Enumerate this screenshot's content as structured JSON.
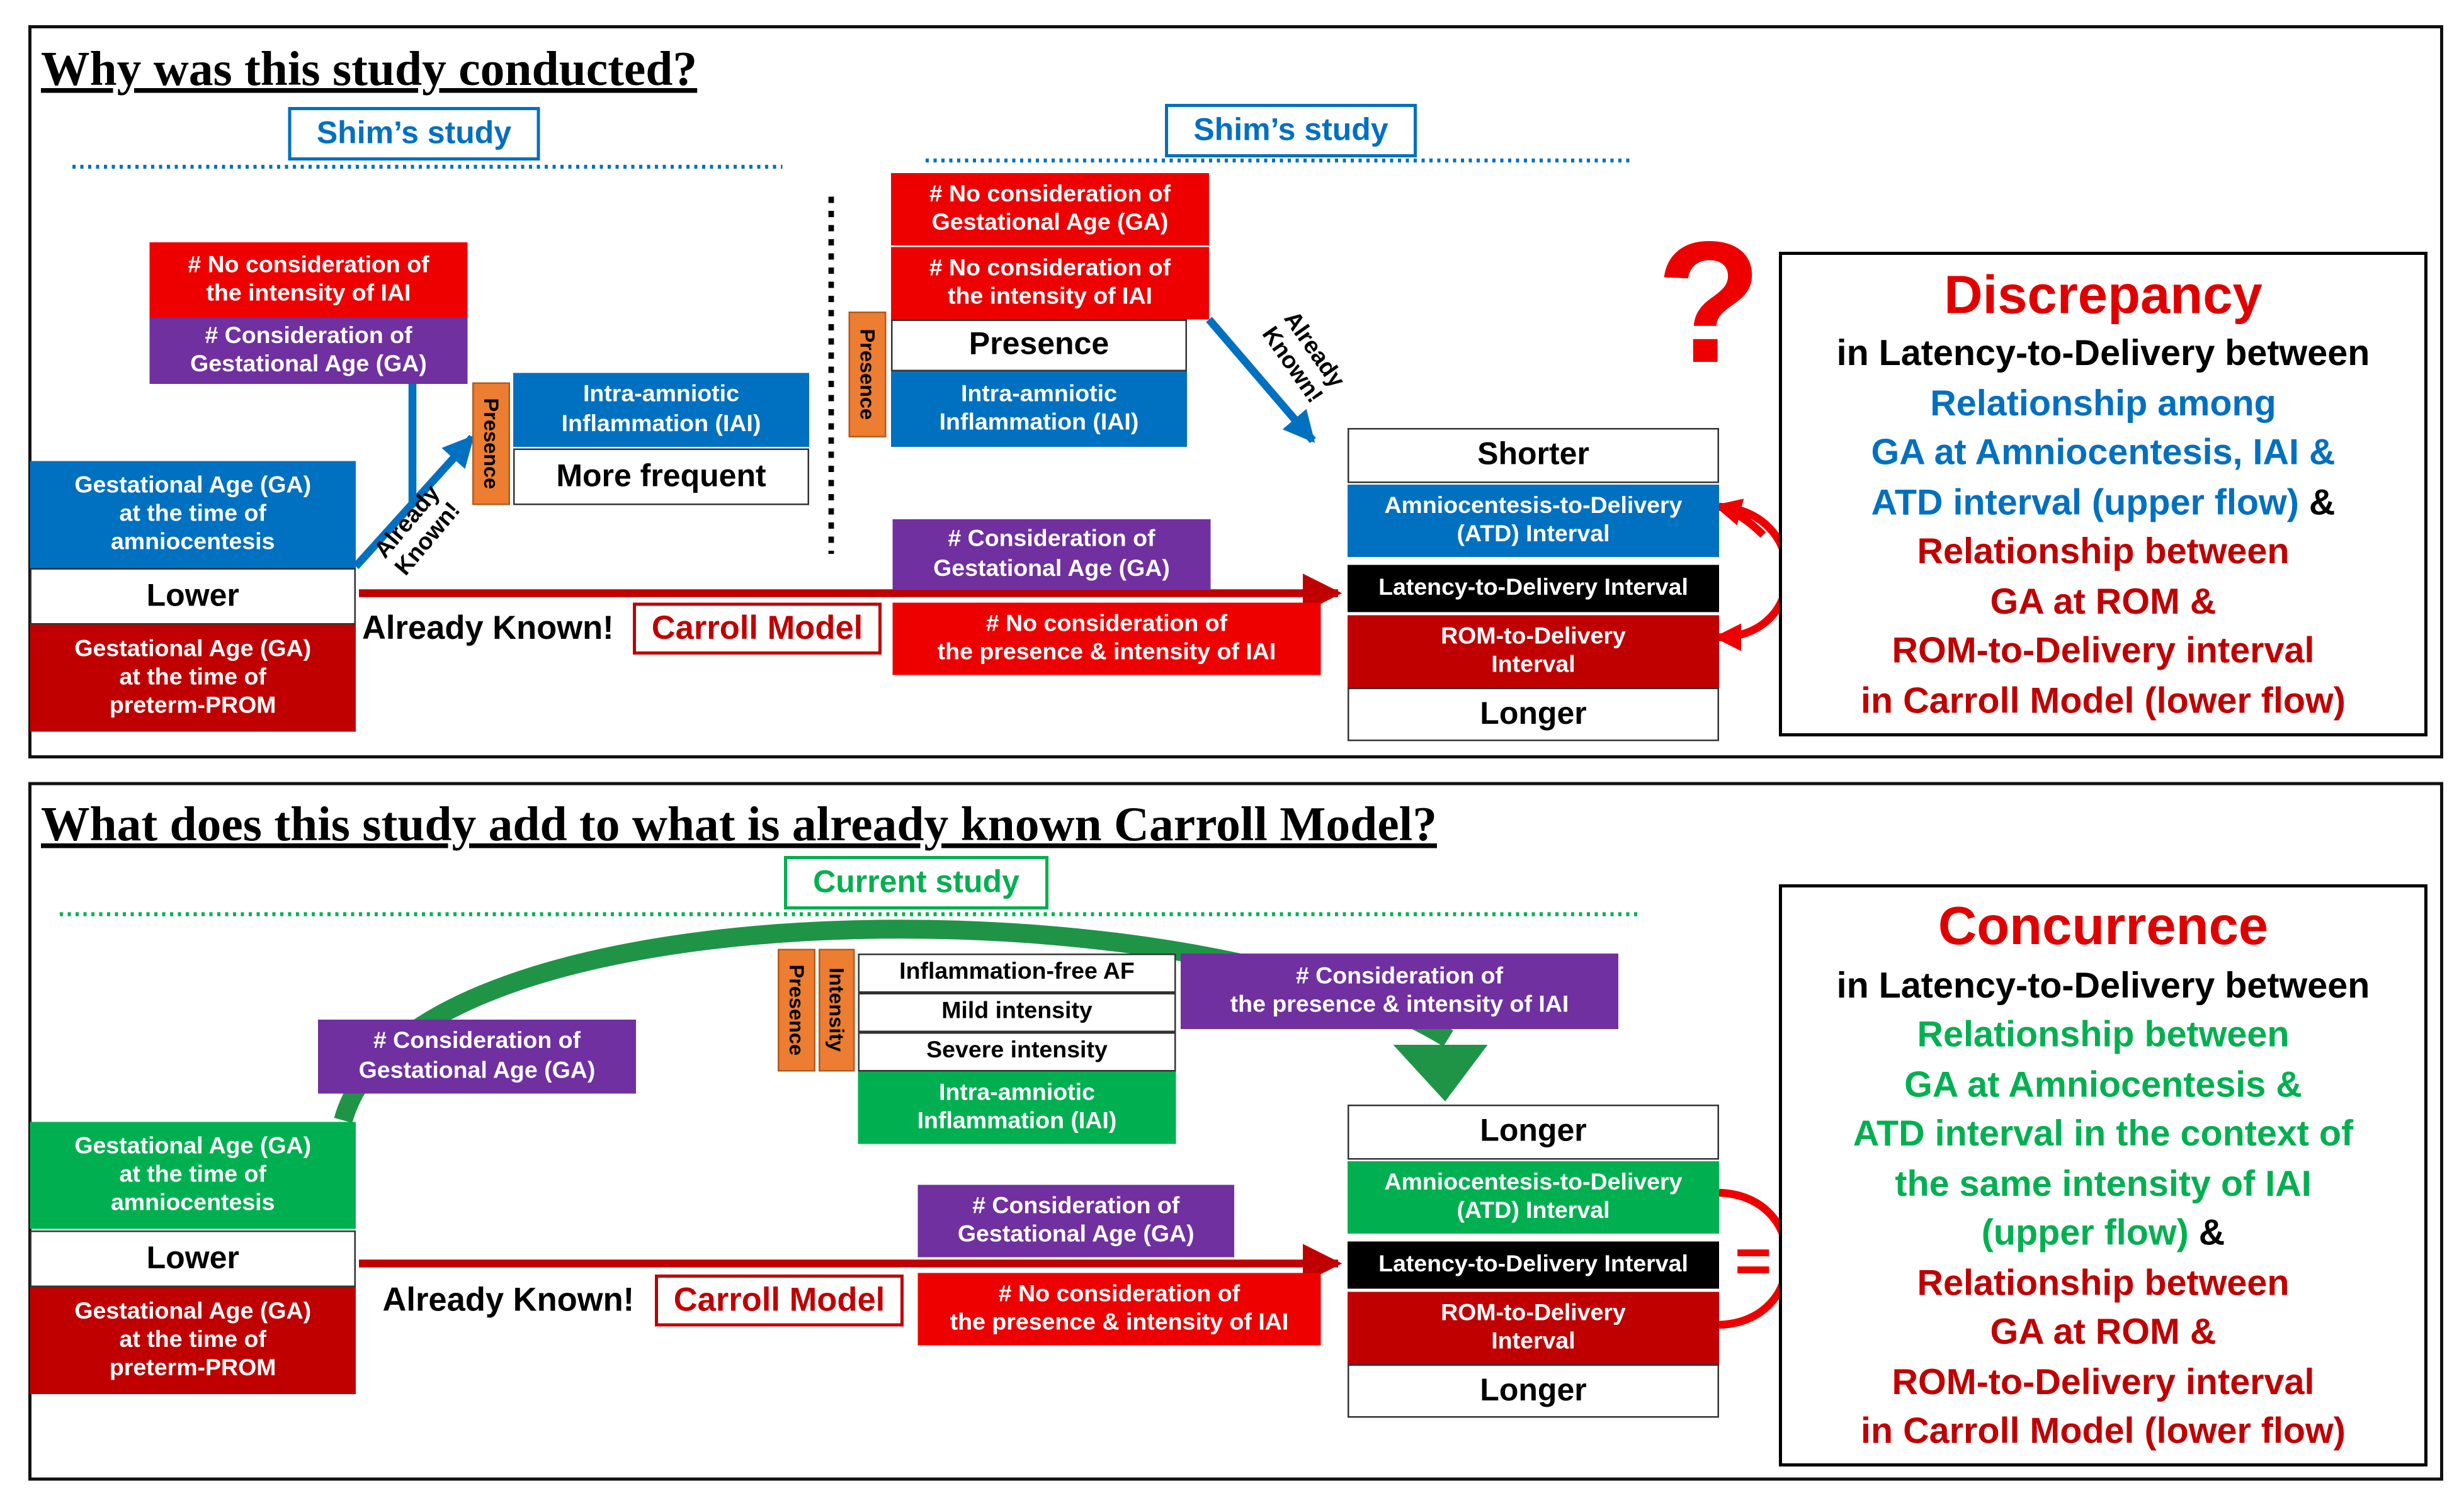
{
  "top": {
    "title": "Why was this study conducted?",
    "left": {
      "study_label": "Shim’s study",
      "no_intensity": "# No consideration of\nthe intensity of IAI",
      "consider_ga": "# Consideration of\nGestational Age (GA)",
      "presence_tab": "Presence",
      "iai": "Intra-amniotic\nInflammation (IAI)",
      "more_frequent": "More frequent",
      "already_known_diag": "Already\nKnown!",
      "ga_amnio": "Gestational Age (GA)\nat the time of\namniocentesis",
      "lower": "Lower",
      "ga_prom": "Gestational Age (GA)\nat the time of\npreterm-PROM"
    },
    "middle": {
      "study_label": "Shim’s study",
      "no_ga": "# No consideration of\nGestational Age (GA)",
      "no_intensity": "# No consideration of\nthe intensity of IAI",
      "presence_tab": "Presence",
      "presence": "Presence",
      "iai": "Intra-amniotic\nInflammation (IAI)",
      "already_known_diag": "Already\nKnown!",
      "already_known": "Already Known!",
      "carroll_model": "Carroll Model",
      "consider_ga": "# Consideration of\nGestational Age (GA)",
      "no_presence_intensity": "# No consideration of\nthe presence & intensity of IAI"
    },
    "outcome": {
      "shorter": "Shorter",
      "atd": "Amniocentesis-to-Delivery\n(ATD) Interval",
      "latency": "Latency-to-Delivery Interval",
      "rom": "ROM-to-Delivery\nInterval",
      "longer": "Longer",
      "question_mark": "?"
    },
    "summary": {
      "heading": "Discrepancy",
      "line1": "in Latency-to-Delivery between",
      "blue_lines": [
        "Relationship among",
        "GA at Amniocentesis, IAI &",
        "ATD interval (upper flow)"
      ],
      "amp": " &",
      "red_lines": [
        "Relationship between",
        "GA at ROM &",
        "ROM-to-Delivery interval",
        "in Carroll Model (lower flow)"
      ]
    }
  },
  "bottom": {
    "title": "What does this study add to what is already known Carroll Model?",
    "study_label": "Current study",
    "consider_ga": "# Consideration of\nGestational Age (GA)",
    "presence_tab": "Presence",
    "intensity_tab": "Intensity",
    "inflammation_free": "Inflammation-free AF",
    "mild": "Mild intensity",
    "severe": "Severe intensity",
    "iai": "Intra-amniotic\nInflammation (IAI)",
    "consider_presence_intensity": "# Consideration of\nthe presence & intensity of IAI",
    "ga_amnio": "Gestational Age (GA)\nat the time of\namniocentesis",
    "lower": "Lower",
    "ga_prom": "Gestational Age (GA)\nat the time of\npreterm-PROM",
    "already_known": "Already Known!",
    "carroll_model": "Carroll Model",
    "consider_ga_2": "# Consideration of\nGestational Age (GA)",
    "no_presence_intensity": "# No consideration of\nthe presence & intensity of IAI",
    "outcome": {
      "longer_top": "Longer",
      "atd": "Amniocentesis-to-Delivery\n(ATD) Interval",
      "latency": "Latency-to-Delivery Interval",
      "rom": "ROM-to-Delivery\nInterval",
      "longer_bottom": "Longer",
      "equals": "="
    },
    "summary": {
      "heading": "Concurrence",
      "line1": "in Latency-to-Delivery between",
      "green_lines": [
        "Relationship between",
        "GA at Amniocentesis &",
        "ATD interval in the context of",
        "the same intensity of IAI",
        "(upper flow)"
      ],
      "amp": " &",
      "red_lines": [
        "Relationship between",
        "GA at ROM &",
        "ROM-to-Delivery interval",
        "in Carroll Model (lower flow)"
      ]
    }
  },
  "colors": {
    "blue": "#0070c0",
    "red": "#ee0000",
    "dark_red": "#c00000",
    "purple": "#7030a0",
    "green": "#00b050",
    "orange": "#ed7d31"
  }
}
